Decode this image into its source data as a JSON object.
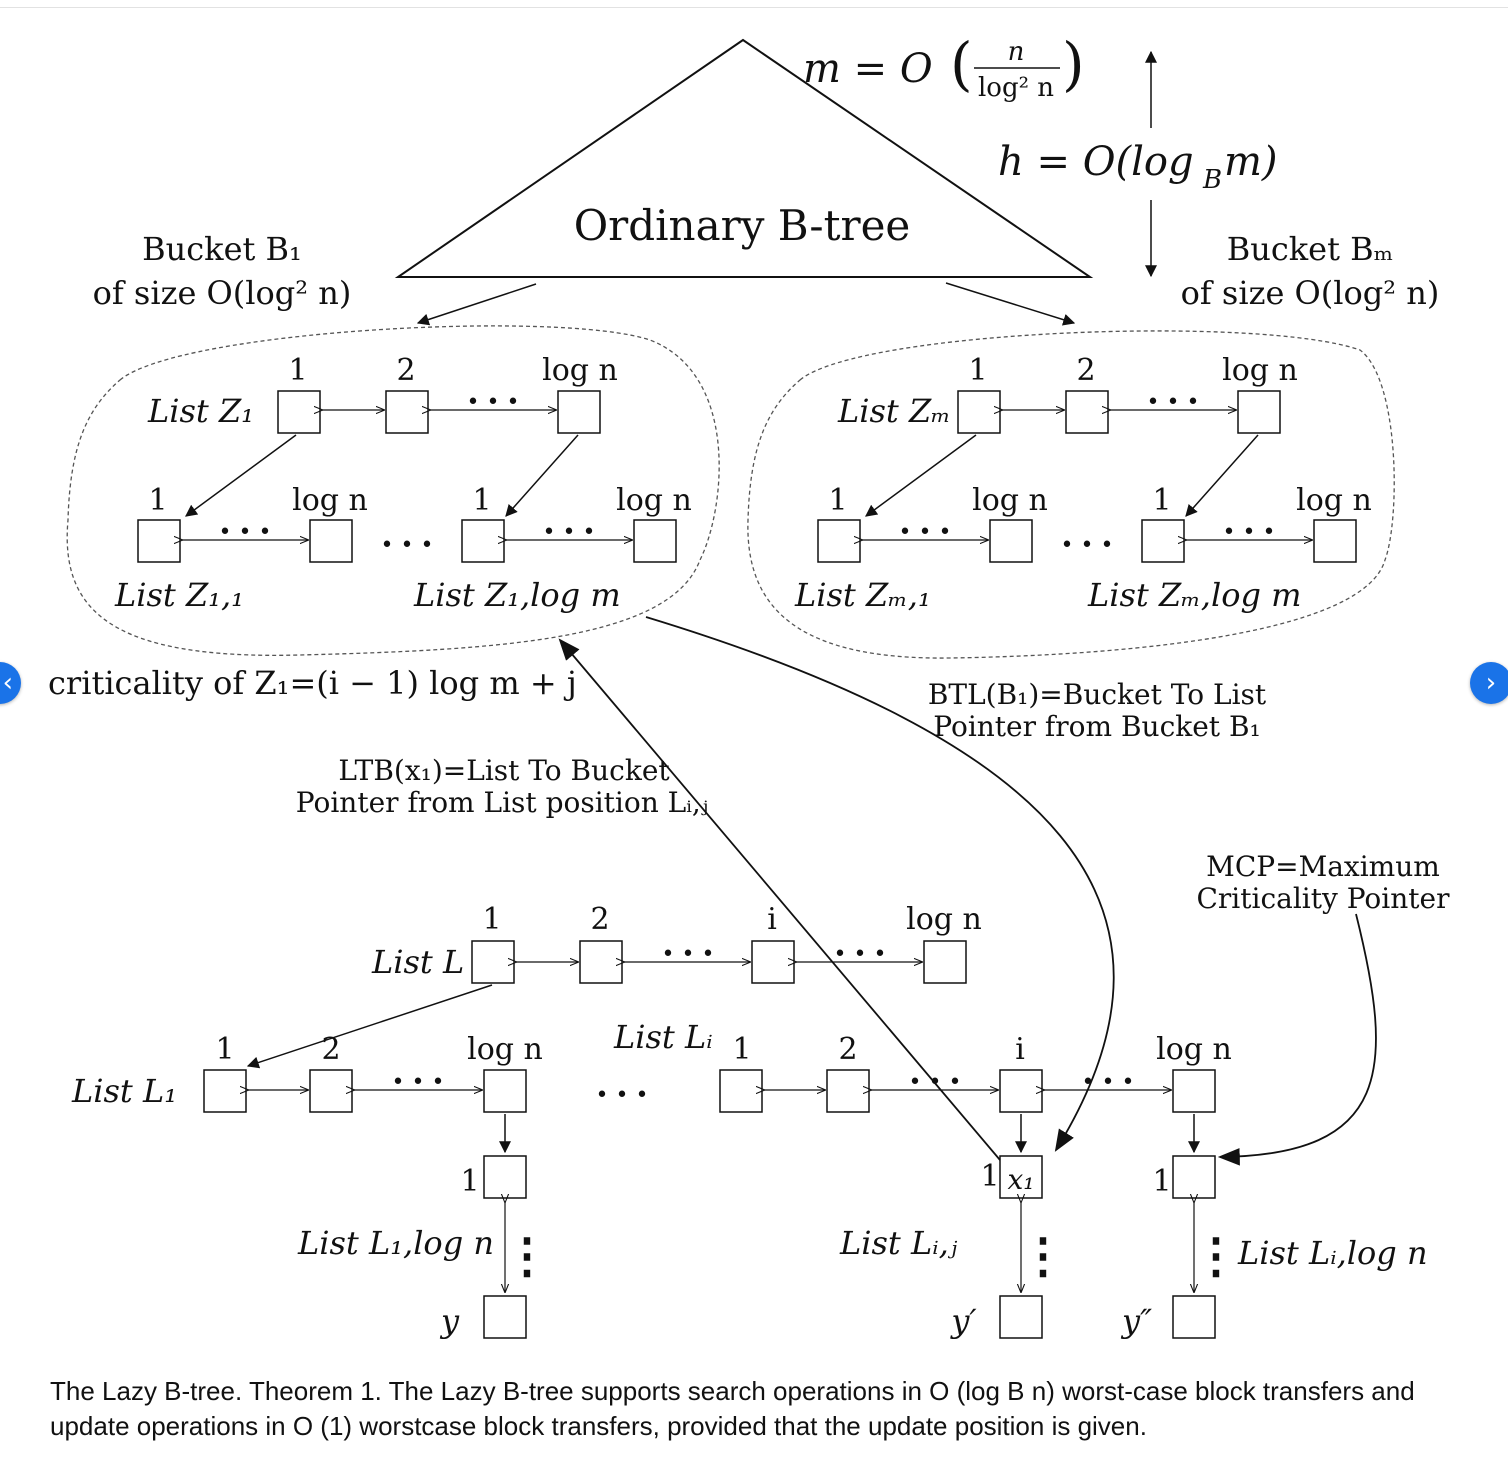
{
  "figure": {
    "m_formula": "m = O(n / log² n)",
    "m_lhs": "m = O",
    "m_num": "n",
    "m_den": "log² n",
    "h_formula": "h = O(log",
    "h_sub": "B",
    "h_tail": "m)",
    "tree_label": "Ordinary B-tree",
    "bucket1": {
      "line1": "Bucket B₁",
      "line2": "of size O(log² n)"
    },
    "bucketm": {
      "line1": "Bucket Bₘ",
      "line2": "of size O(log² n)"
    },
    "top_left": {
      "list_label": "List Z₁",
      "idx": [
        "1",
        "2",
        "log n"
      ],
      "sub_idx": [
        "1",
        "log n",
        "1",
        "log n"
      ],
      "sub1": "List Z₁,₁",
      "sub2": "List Z₁,log m"
    },
    "top_right": {
      "list_label": "List Zₘ",
      "idx": [
        "1",
        "2",
        "log n"
      ],
      "sub_idx": [
        "1",
        "log n",
        "1",
        "log n"
      ],
      "sub1": "List Zₘ,₁",
      "sub2": "List Zₘ,log m"
    },
    "criticality": "criticality of Z₁=(i − 1) log m + j",
    "btl": {
      "line1": "BTL(B₁)=Bucket To List",
      "line2": "Pointer from Bucket B₁"
    },
    "ltb": {
      "line1": "LTB(x₁)=List To Bucket",
      "line2": "Pointer from List position Lᵢ,ⱼ"
    },
    "mcp": {
      "line1": "MCP=Maximum",
      "line2": "Criticality Pointer"
    },
    "list_L": {
      "label": "List L",
      "idx": [
        "1",
        "2",
        "i",
        "log n"
      ]
    },
    "list_L1": {
      "label": "List L₁",
      "idx": [
        "1",
        "2",
        "log n"
      ]
    },
    "list_Li": {
      "label": "List Lᵢ",
      "idx": [
        "1",
        "2",
        "i",
        "log n"
      ]
    },
    "col_labels": {
      "one_a": "1",
      "one_b": "1",
      "one_c": "1",
      "x1": "x₁",
      "L1logn": "List L₁,log n",
      "Lij": "List Lᵢ,ⱼ",
      "Lilogn": "List Lᵢ,log n",
      "y": "y",
      "y1": "y′",
      "y2": "y″"
    },
    "dots": "• • •",
    "vdots": "⋮"
  },
  "caption": "The Lazy B-tree. Theorem 1. The Lazy B-tree supports search operations in O (log B n) worst-case block transfers and update operations in O (1) worstcase block transfers, provided that the update position is given.",
  "nav": {
    "prev": "‹",
    "next": "›",
    "accent": "#1a73e8"
  }
}
